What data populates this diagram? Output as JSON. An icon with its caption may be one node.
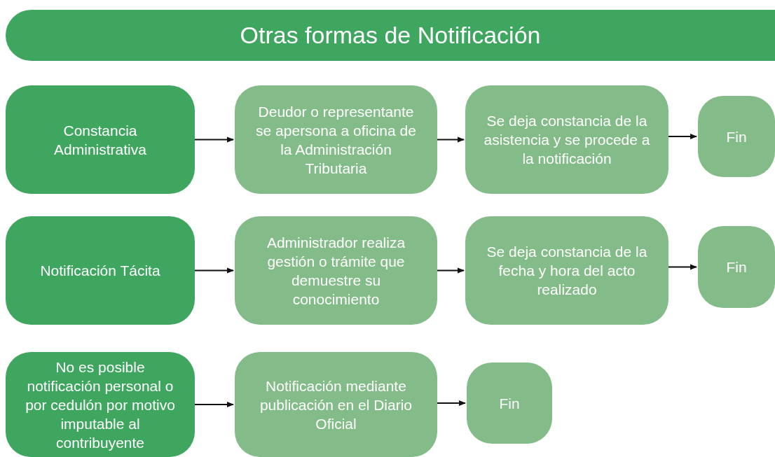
{
  "diagram": {
    "title": "Otras formas de Notificación",
    "nodes": [
      {
        "text": [
          "Constancia Administrativa"
        ]
      },
      {
        "text": [
          "Deudor o representante se apersona a oficina de la Administración Tributaria"
        ]
      },
      {
        "text": [
          "Se deja constancia de la asistencia y se procede a la notificación"
        ]
      },
      {
        "text": [
          "Fin"
        ]
      },
      {
        "text": [
          "Notificación Tácita"
        ]
      },
      {
        "text": [
          "Administrador realiza gestión o trámite que demuestre su conocimiento"
        ]
      },
      {
        "text": [
          "Se deja constancia de la fecha y hora del acto realizado"
        ]
      },
      {
        "text": [
          "Fin"
        ]
      },
      {
        "text": [
          "No es posible notificación personal o por cedulón por motivo imputable al contribuyente"
        ]
      },
      {
        "text": [
          "Notificación mediante publicación en el Diario Oficial"
        ]
      },
      {
        "text": [
          "Fin"
        ]
      }
    ],
    "edges": [
      {
        "from": 0,
        "to": 1,
        "arrow": "to"
      },
      {
        "from": 1,
        "to": 2,
        "arrow": "to"
      },
      {
        "from": 2,
        "to": 3,
        "arrow": "to"
      },
      {
        "from": 4,
        "to": 5,
        "arrow": "to"
      },
      {
        "from": 5,
        "to": 6,
        "arrow": "to"
      },
      {
        "from": 6,
        "to": 7,
        "arrow": "to"
      },
      {
        "from": 8,
        "to": 9,
        "arrow": "to"
      },
      {
        "from": 9,
        "to": 10,
        "arrow": "to"
      }
    ]
  }
}
